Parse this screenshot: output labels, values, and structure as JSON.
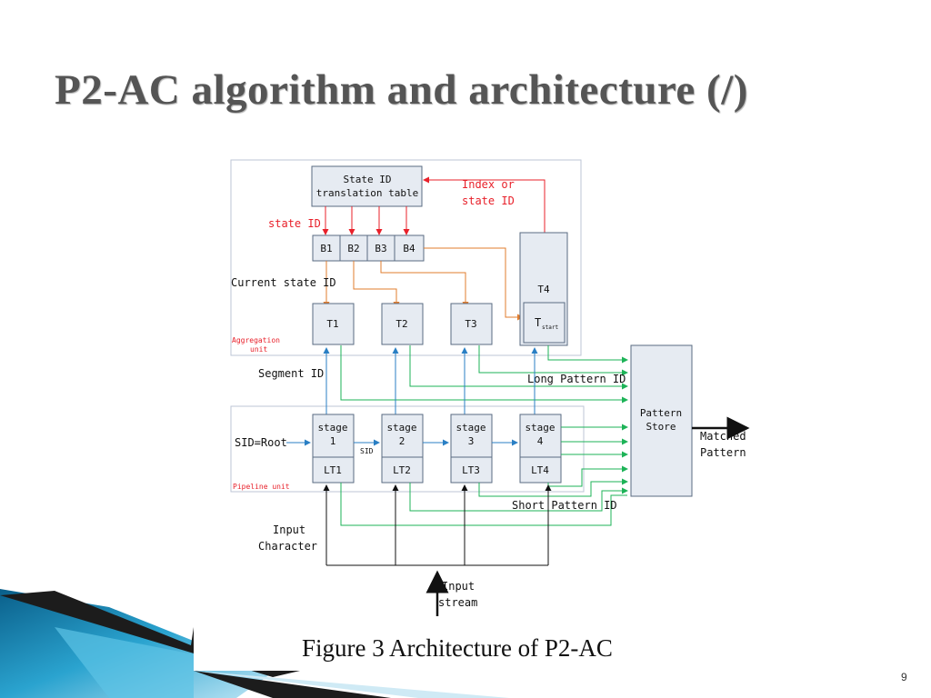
{
  "slide": {
    "title": "P2-AC algorithm and architecture (/)",
    "caption": "Figure 3 Architecture of P2-AC",
    "page_number": "9"
  },
  "diagram": {
    "translation_table": [
      "State ID",
      "translation table"
    ],
    "index_label": [
      "Index or",
      "state ID"
    ],
    "state_id_label": "state ID",
    "b_cells": [
      "B1",
      "B2",
      "B3",
      "B4"
    ],
    "current_state_label": "Current state ID",
    "t_boxes": [
      "T1",
      "T2",
      "T3"
    ],
    "t4_label": "T4",
    "tstart_main": "T",
    "tstart_sub": "start",
    "aggregation_label": [
      "Aggregation",
      "unit"
    ],
    "segment_label": "Segment ID",
    "long_pattern_label": "Long Pattern ID",
    "pattern_store": [
      "Pattern",
      "Store"
    ],
    "matched_label": [
      "Matched",
      "Pattern"
    ],
    "sid_root_label": "SID=Root",
    "sid_label": "SID",
    "stages": [
      {
        "name": "stage",
        "num": "1",
        "lt": "LT1"
      },
      {
        "name": "stage",
        "num": "2",
        "lt": "LT2"
      },
      {
        "name": "stage",
        "num": "3",
        "lt": "LT3"
      },
      {
        "name": "stage",
        "num": "4",
        "lt": "LT4"
      }
    ],
    "pipeline_label": "Pipeline unit",
    "short_pattern_label": "Short Pattern ID",
    "input_char_label": [
      "Input",
      "Character"
    ],
    "input_stream_label": [
      "Input",
      "stream"
    ]
  },
  "colors": {
    "red": "#e8202a",
    "orange": "#e07d2e",
    "blue": "#2a7fc4",
    "green": "#1db357",
    "box_fill": "#e6ebf2",
    "box_stroke": "#5a6b82"
  }
}
